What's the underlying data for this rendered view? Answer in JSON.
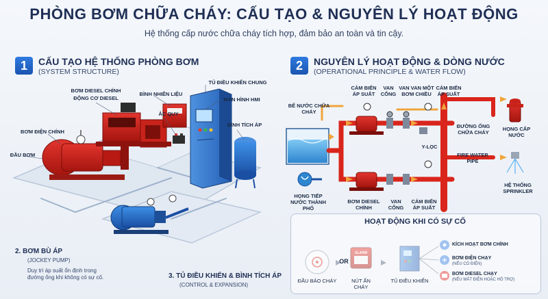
{
  "header": {
    "title": "PHÒNG BƠM CHỮA CHÁY: CẤU TẠO & NGUYÊN LÝ HOẠT ĐỘNG",
    "subtitle": "Hệ thống cấp nước chữa cháy tích hợp, đảm bảo an toàn và tin cậy."
  },
  "section1": {
    "number": "1",
    "title": "CẤU TẠO HỆ THỐNG PHÒNG BƠM",
    "subtitle": "(SYSTEM STRUCTURE)",
    "labels": {
      "diesel_pump": "BƠM DIESEL CHÍNH",
      "diesel_engine": "ĐỘNG CƠ DIESEL",
      "fuel_tank": "BÌNH NHIÊN LIỆU",
      "battery": "ẮC QUY",
      "control_panel": "TỦ ĐIỀU KHIỂN CHUNG",
      "hmi": "MÀN HÌNH HMI",
      "pressure_tank": "BÌNH TÍCH ÁP",
      "electric_pump": "BƠM ĐIỆN CHÍNH",
      "pump_head": "ĐẦU BƠM"
    },
    "item2_title": "2. BƠM BÙ ÁP",
    "item2_sub": "(JOCKEY PUMP)",
    "item2_note": "Duy trì áp suất ổn định trong đường ống khi không có sự cố.",
    "item3_title": "3. TỦ ĐIỀU KHIỂN & BÌNH TÍCH ÁP",
    "item3_sub": "(CONTROL & EXPANSION)"
  },
  "section2": {
    "number": "2",
    "title": "NGUYÊN LÝ HOẠT ĐỘNG & DÒNG NƯỚC",
    "subtitle": "(OPERATIONAL PRINCIPLE & WATER FLOW)",
    "labels": {
      "pressure_sensor_1": "CẢM BIẾN ÁP SUẤT",
      "gate_valve_1": "VAN CỔNG",
      "check_valve": "VAN VAN MỘT BƠM CHIỀU",
      "pressure_sensor_2": "CẢM BIẾN ÁP SUẤT",
      "tank": "BỂ NƯỚC CHỮA CHÁY",
      "pipe_line": "ĐƯỜNG ỐNG CHỮA CHÁY",
      "y_filter": "Y-LỌC",
      "fire_pipe": "FIRE WATER PIPE",
      "hydrant": "HỌNG CẤP NƯỚC",
      "sprinkler": "HỆ THỐNG SPRINKLER",
      "city_water": "HỌNG TIẾP NƯỚC THÀNH PHỐ",
      "diesel_pump": "BƠM DIESEL CHÍNH",
      "gate_valve_2": "VAN CỔNG",
      "pressure_sensor_3": "CẢM BIẾN ÁP SUẤT"
    }
  },
  "incident": {
    "title": "HOẠT ĐỘNG KHI CÓ SỰ CỐ",
    "alarm": "ĐẦU BÁO CHÁY",
    "or1": "OR",
    "button": "NÚT ẤN CHÁY",
    "button_sign": "ALARM",
    "panel": "TỦ ĐIỀU KHIỂN",
    "action1": "KÍCH HOẠT BƠM CHÍNH",
    "action2": "BƠM ĐIỆN CHẠY",
    "action2_note": "(NẾU CÓ ĐIỆN)",
    "action3": "BƠM DIESEL CHẠY",
    "action3_note": "(NẾU MẤT ĐIỆN HOẶC HỎ TRỢ)"
  }
}
